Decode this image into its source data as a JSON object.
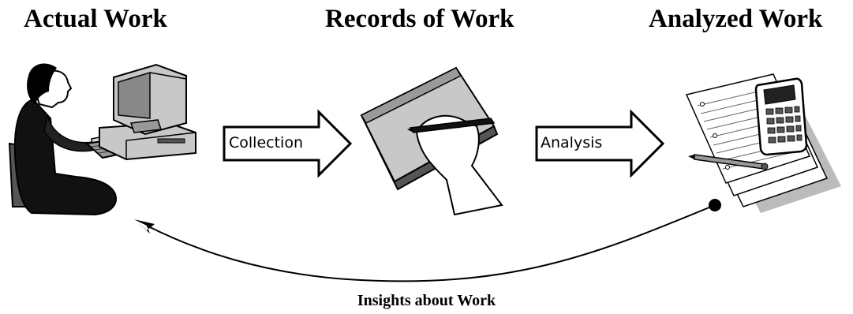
{
  "headings": {
    "actual": "Actual Work",
    "records": "Records of Work",
    "analyzed": "Analyzed Work"
  },
  "arrows": {
    "collection": "Collection",
    "analysis": "Analysis"
  },
  "feedback": {
    "caption": "Insights about Work"
  },
  "colors": {
    "ink": "#000000",
    "light_gray": "#c8c8c8",
    "mid_gray": "#9a9a9a",
    "dark_gray": "#555555",
    "paper": "#ffffff"
  }
}
